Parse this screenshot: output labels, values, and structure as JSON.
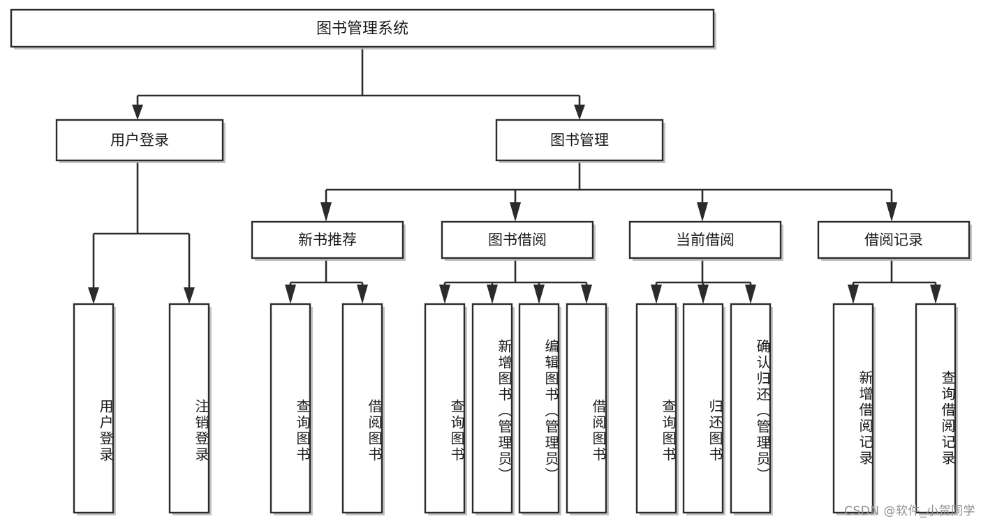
{
  "diagram": {
    "type": "tree-hierarchy",
    "title": "图书管理系统",
    "orientation": "top-down",
    "colors": {
      "background": "#ffffff",
      "box_fill": "#ffffff",
      "box_stroke": "#2b2b2b",
      "connector": "#2b2b2b",
      "text": "#1a1a1a",
      "watermark": "#8e8e8e"
    },
    "root": {
      "label": "图书管理系统",
      "children": [
        {
          "label": "用户登录",
          "children": [
            {
              "label": "用户登录"
            },
            {
              "label": "注销登录"
            }
          ]
        },
        {
          "label": "图书管理",
          "children": [
            {
              "label": "新书推荐",
              "children": [
                {
                  "label": "查询图书"
                },
                {
                  "label": "借阅图书"
                }
              ]
            },
            {
              "label": "图书借阅",
              "children": [
                {
                  "label": "查询图书"
                },
                {
                  "label": "新增图书（管理员）"
                },
                {
                  "label": "编辑图书（管理员）"
                },
                {
                  "label": "借阅图书"
                }
              ]
            },
            {
              "label": "当前借阅",
              "children": [
                {
                  "label": "查询图书"
                },
                {
                  "label": "归还图书"
                },
                {
                  "label": "确认归还（管理员）"
                }
              ]
            },
            {
              "label": "借阅记录",
              "children": [
                {
                  "label": "新增借阅记录"
                },
                {
                  "label": "查询借阅记录"
                }
              ]
            }
          ]
        }
      ]
    },
    "nodes": {
      "root": {
        "label": "图书管理系统"
      },
      "user_login": {
        "label": "用户登录"
      },
      "book_manage": {
        "label": "图书管理"
      },
      "new_book_rec": {
        "label": "新书推荐"
      },
      "book_borrow": {
        "label": "图书借阅"
      },
      "current_borrow": {
        "label": "当前借阅"
      },
      "borrow_record": {
        "label": "借阅记录"
      }
    },
    "leaves": {
      "user_login_1": {
        "label": "用户登录"
      },
      "user_login_2": {
        "label": "注销登录"
      },
      "new_book_1": {
        "label": "查询图书"
      },
      "new_book_2": {
        "label": "借阅图书"
      },
      "borrow_1": {
        "label": "查询图书"
      },
      "borrow_2": {
        "label": "新增图书（管理员）"
      },
      "borrow_3": {
        "label": "编辑图书（管理员）"
      },
      "borrow_4": {
        "label": "借阅图书"
      },
      "current_1": {
        "label": "查询图书"
      },
      "current_2": {
        "label": "归还图书"
      },
      "current_3": {
        "label": "确认归还（管理员）"
      },
      "record_1": {
        "label": "新增借阅记录"
      },
      "record_2": {
        "label": "查询借阅记录"
      }
    },
    "watermark": "CSDN @软件_小贺同学"
  }
}
